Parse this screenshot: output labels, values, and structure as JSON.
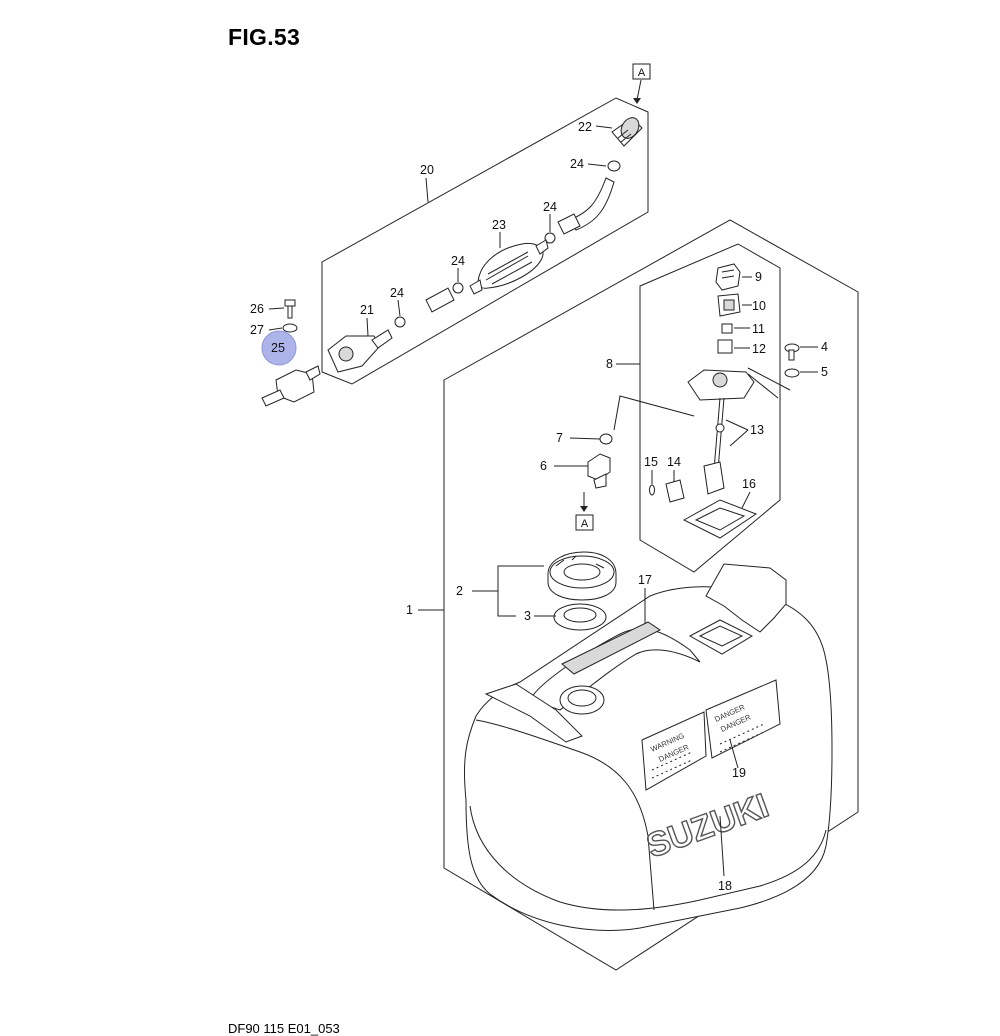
{
  "figure": {
    "title": "FIG.53",
    "drawing_code": "DF90 115 E01_053"
  },
  "ref_boxes": [
    "A",
    "A"
  ],
  "part_labels": {
    "p1": "1",
    "p2": "2",
    "p3": "3",
    "p4": "4",
    "p5": "5",
    "p6": "6",
    "p7": "7",
    "p8": "8",
    "p9": "9",
    "p10": "10",
    "p11": "11",
    "p12": "12",
    "p13": "13",
    "p14": "14",
    "p15": "15",
    "p16": "16",
    "p17": "17",
    "p18": "18",
    "p19": "19",
    "p20": "20",
    "p21": "21",
    "p22": "22",
    "p23": "23",
    "p24": "24",
    "p25": "25",
    "p26": "26",
    "p27": "27"
  },
  "highlighted_part": "25",
  "highlight_color": "#9fa8e6",
  "tank": {
    "brand": "SUZUKI",
    "warning_word": "DANGER",
    "warning_header_1": "WARNING",
    "warning_header_2": "DANGER"
  }
}
